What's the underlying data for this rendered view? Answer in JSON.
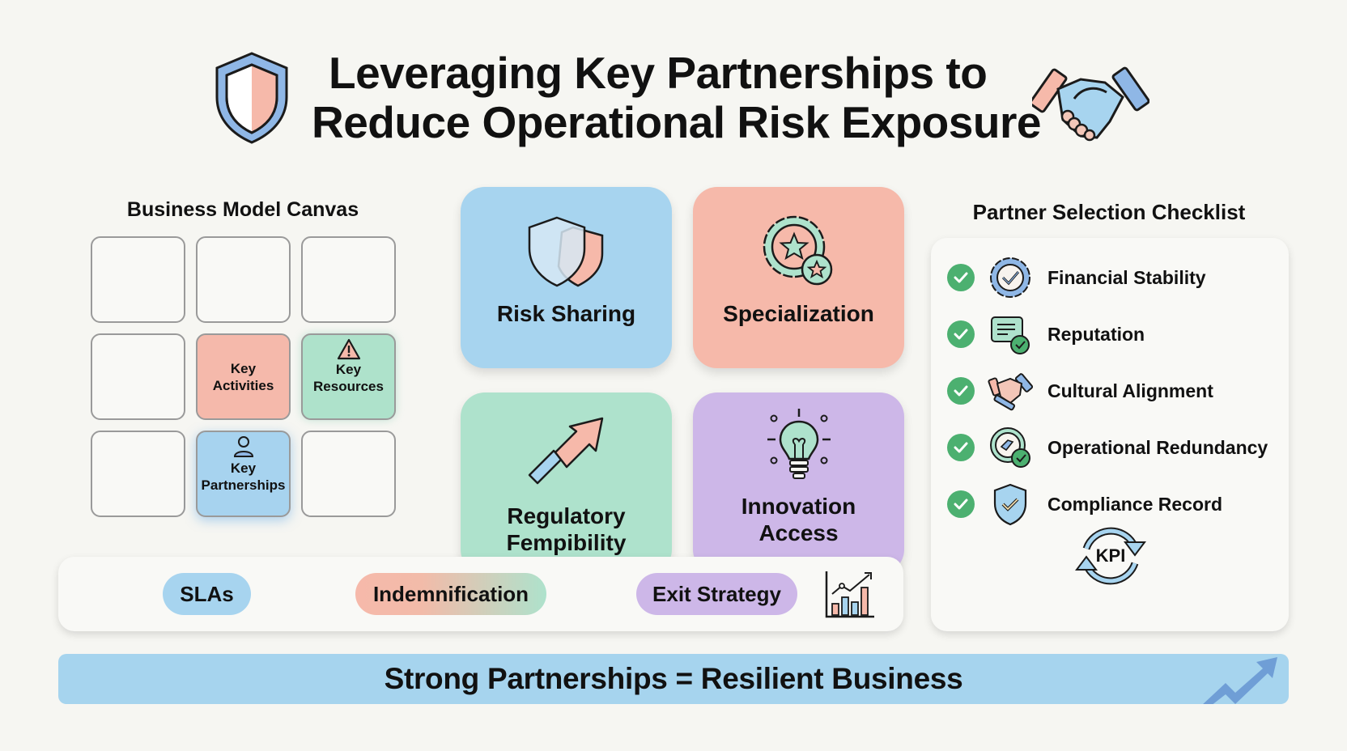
{
  "header": {
    "title_line1": "Leveraging Key Partnerships to",
    "title_line2": "Reduce Operational Risk Exposure",
    "left_icon": "shield-icon",
    "right_icon": "handshake-icon"
  },
  "business_model_canvas": {
    "heading": "Business Model Canvas",
    "cells": [
      {
        "row": 1,
        "col": 1,
        "label": ""
      },
      {
        "row": 1,
        "col": 2,
        "label": ""
      },
      {
        "row": 1,
        "col": 3,
        "label": ""
      },
      {
        "row": 2,
        "col": 1,
        "label": ""
      },
      {
        "row": 2,
        "col": 2,
        "label_line1": "Key",
        "label_line2": "Activities",
        "color": "#f5b9ab"
      },
      {
        "row": 2,
        "col": 3,
        "label_line1": "Key",
        "label_line2": "Resources",
        "color": "#aee2cb",
        "icon": "warning-icon"
      },
      {
        "row": 3,
        "col": 1,
        "label": ""
      },
      {
        "row": 3,
        "col": 2,
        "label_line1": "Key",
        "label_line2": "Partnerships",
        "color": "#a7d3ef",
        "icon": "person-icon"
      },
      {
        "row": 3,
        "col": 3,
        "label": ""
      }
    ]
  },
  "benefits": [
    {
      "label_line1": "Risk Sharing",
      "label_line2": "",
      "icon": "overlapping-shields-icon",
      "color": "#a7d4ef"
    },
    {
      "label_line1": "Specialization",
      "label_line2": "",
      "icon": "badge-star-icon",
      "color": "#f6b9aa"
    },
    {
      "label_line1": "Regulatory",
      "label_line2": "Fempibility",
      "icon": "trend-arrow-icon",
      "color": "#aee2cc"
    },
    {
      "label_line1": "Innovation",
      "label_line2": "Access",
      "icon": "lightbulb-icon",
      "color": "#cdb7e8"
    }
  ],
  "contract_clauses": {
    "pills": [
      {
        "label": "SLAs",
        "color": "#a7d4ef"
      },
      {
        "label": "Indemnification",
        "color_from": "#f6b9aa",
        "color_to": "#aee2cc"
      },
      {
        "label": "Exit Strategy",
        "color": "#cdb7e8"
      }
    ],
    "icon": "bar-chart-trend-icon"
  },
  "checklist": {
    "heading": "Partner Selection Checklist",
    "items": [
      {
        "label": "Financial Stability",
        "checked": true,
        "icon": "verified-badge-icon"
      },
      {
        "label": "Reputation",
        "checked": true,
        "icon": "review-message-icon"
      },
      {
        "label": "Cultural Alignment",
        "checked": true,
        "icon": "handshake-icon"
      },
      {
        "label": "Operational Redundancy",
        "checked": true,
        "icon": "backup-check-icon"
      },
      {
        "label": "Compliance Record",
        "checked": true,
        "icon": "shield-check-icon"
      }
    ],
    "kpi_label": "KPI",
    "check_color": "#4cb070"
  },
  "banner": {
    "text": "Strong Partnerships = Resilient Business",
    "icon": "trend-up-arrow-icon",
    "color": "#a6d4ee"
  }
}
